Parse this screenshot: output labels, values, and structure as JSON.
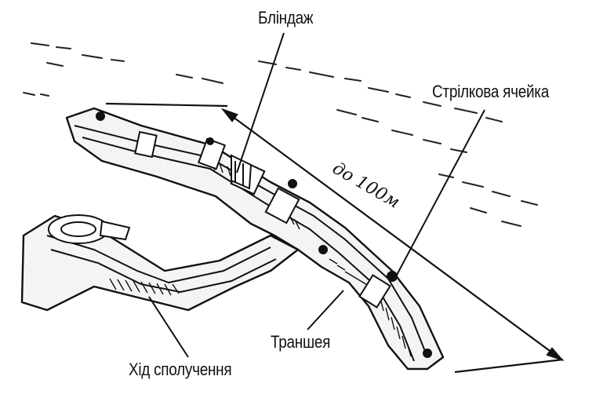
{
  "labels": {
    "dugout": "Бліндаж",
    "rifle_cell": "Стрілкова ячейка",
    "trench": "Траншея",
    "communication_trench": "Хід сполучення"
  },
  "distance_label": "до 100м",
  "colors": {
    "ink": "#111111",
    "background": "#ffffff",
    "parapet_fill": "#f4f4f4"
  }
}
